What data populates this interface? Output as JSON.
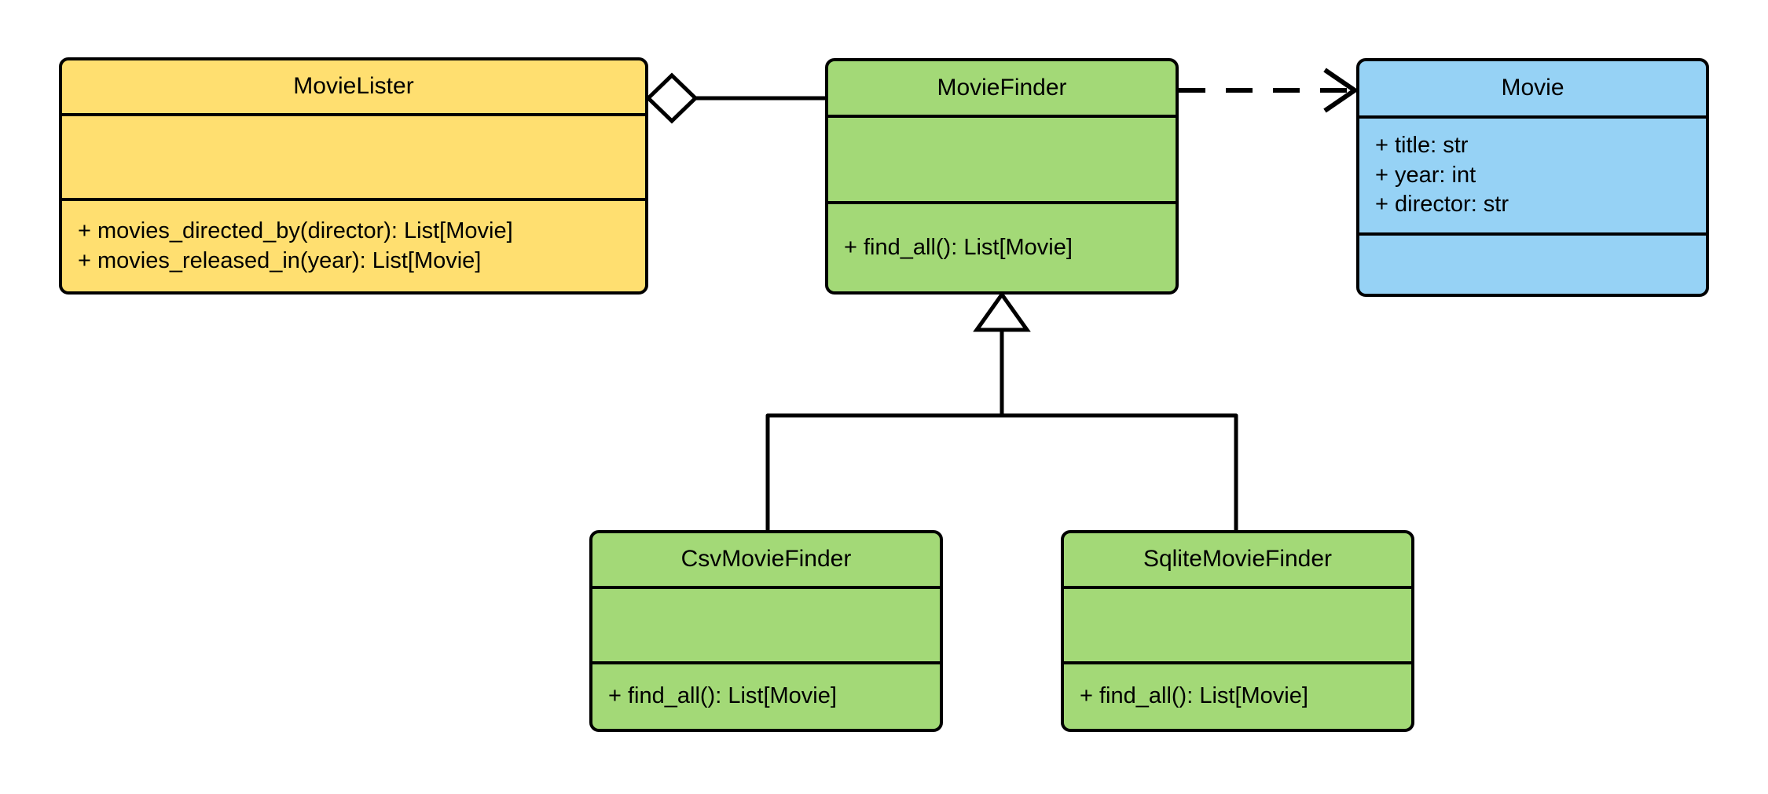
{
  "diagram": {
    "type": "uml-class-diagram",
    "title": "MovieLister dependency-injection class diagram",
    "background": "#ffffff",
    "palette": {
      "yellow": "#FFDF70",
      "green": "#A3D977",
      "blue": "#96D2F5",
      "stroke": "#000000"
    }
  },
  "classes": {
    "movielister": {
      "name": "MovieLister",
      "color": "#FFDF70",
      "attributes": [],
      "operations": [
        "+ movies_directed_by(director): List[Movie]",
        "+ movies_released_in(year): List[Movie]"
      ]
    },
    "moviefinder": {
      "name": "MovieFinder",
      "color": "#A3D977",
      "attributes": [],
      "operations": [
        "+ find_all(): List[Movie]"
      ]
    },
    "movie": {
      "name": "Movie",
      "color": "#96D2F5",
      "attributes": [
        "+ title: str",
        "+ year: int",
        "+ director: str"
      ],
      "operations": []
    },
    "csvmoviefinder": {
      "name": "CsvMovieFinder",
      "color": "#A3D977",
      "attributes": [],
      "operations": [
        "+ find_all(): List[Movie]"
      ]
    },
    "sqlitemoviefinder": {
      "name": "SqliteMovieFinder",
      "color": "#A3D977",
      "attributes": [],
      "operations": [
        "+ find_all(): List[Movie]"
      ]
    }
  },
  "relationships": [
    {
      "id": "aggregation-movielister-moviefinder",
      "kind": "aggregation",
      "source": "MovieLister",
      "target": "MovieFinder",
      "marker": "hollow-diamond",
      "line": "solid",
      "label": ""
    },
    {
      "id": "dependency-moviefinder-movie",
      "kind": "dependency",
      "source": "MovieFinder",
      "target": "Movie",
      "marker": "open-arrow",
      "line": "dashed",
      "label": ""
    },
    {
      "id": "generalization-csvmoviefinder-moviefinder",
      "kind": "generalization",
      "source": "CsvMovieFinder",
      "target": "MovieFinder",
      "marker": "hollow-triangle",
      "line": "solid",
      "label": ""
    },
    {
      "id": "generalization-sqlitemoviefinder-moviefinder",
      "kind": "generalization",
      "source": "SqliteMovieFinder",
      "target": "MovieFinder",
      "marker": "hollow-triangle",
      "line": "solid",
      "label": ""
    }
  ]
}
